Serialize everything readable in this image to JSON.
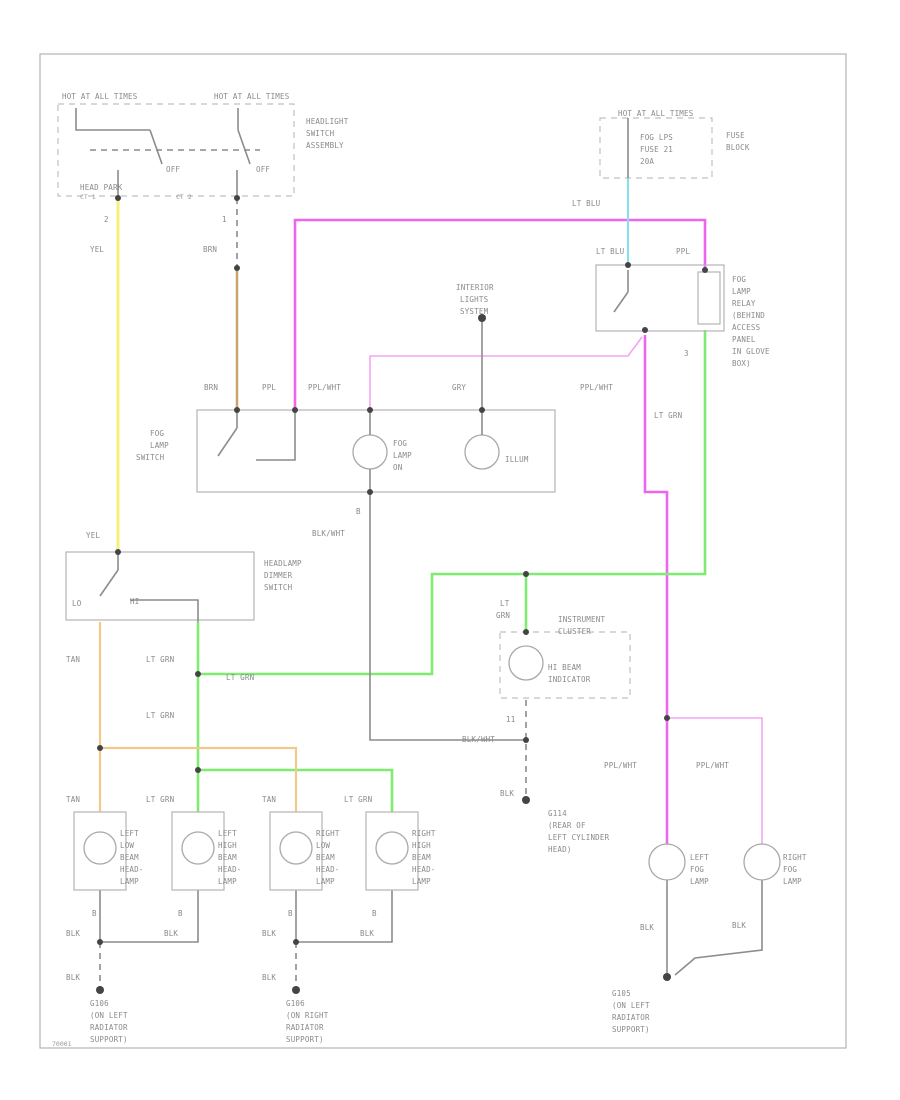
{
  "labels": {
    "hot_1": "HOT AT ALL TIMES",
    "hot_2": "HOT AT ALL TIMES",
    "headlight_switch": [
      "HEADLIGHT",
      "SWITCH",
      "ASSEMBLY"
    ],
    "off_1": "OFF",
    "off_2": "OFF",
    "head_park": "HEAD    PARK",
    "head_park_ct1": "CT 1",
    "head_park_ct2": "CT 2",
    "pin_2": "2",
    "pin_1": "1",
    "yel_top": "YEL",
    "brn_top": "BRN",
    "brn_mid": "BRN",
    "ppl_mid": "PPL",
    "fuse_hot": "HOT AT ALL TIMES",
    "fuse_name": [
      "FOG LPS",
      "FUSE 21",
      "20A"
    ],
    "fuse_block": [
      "FUSE",
      "BLOCK"
    ],
    "lt_blu_top": "LT BLU",
    "lt_blu_relay": "LT BLU",
    "ppl_relay": "PPL",
    "relay_desc": [
      "FOG",
      "LAMP",
      "RELAY",
      "(BEHIND",
      "ACCESS",
      "PANEL",
      "IN GLOVE",
      "BOX)"
    ],
    "relay_pin": "3",
    "interior_lights": [
      "INTERIOR",
      "LIGHTS",
      "SYSTEM"
    ],
    "ppl_wht_1": "PPL/WHT",
    "gry": "GRY",
    "ppl_wht_2": "PPL/WHT",
    "lt_grn_relay": "LT GRN",
    "fog_lamp_switch": [
      "FOG",
      "LAMP",
      "SWITCH"
    ],
    "fog_lamp_on": [
      "FOG",
      "LAMP",
      "ON"
    ],
    "illum": "ILLUM",
    "pin_b": "B",
    "blk_wht_1": "BLK/WHT",
    "yel_mid": "YEL",
    "dimmer": [
      "HEADLAMP",
      "DIMMER",
      "SWITCH"
    ],
    "lo": "LO",
    "hi": "HI",
    "lt_grn_insert": [
      "LT",
      "GRN"
    ],
    "instrument_cluster": [
      "INSTRUMENT",
      "CLUSTER"
    ],
    "hi_beam": [
      "HI BEAM",
      "INDICATOR"
    ],
    "tan_1": "TAN",
    "lt_grn_1": "LT GRN",
    "lt_grn_2": "LT GRN",
    "lt_grn_3": "LT GRN",
    "blk_wht_2": "BLK/WHT",
    "pin_11": "11",
    "ppl_wht_3": "PPL/WHT",
    "ppl_wht_4": "PPL/WHT",
    "blk_ground": "BLK",
    "g114": [
      "G114",
      "(REAR OF",
      "LEFT CYLINDER",
      "HEAD)"
    ],
    "tan_2": "TAN",
    "lt_grn_4": "LT GRN",
    "tan_3": "TAN",
    "lt_grn_5": "LT GRN",
    "lamp_left_low": [
      "LEFT",
      "LOW",
      "BEAM",
      "HEAD-",
      "LAMP"
    ],
    "lamp_left_high": [
      "LEFT",
      "HIGH",
      "BEAM",
      "HEAD-",
      "LAMP"
    ],
    "lamp_right_low": [
      "RIGHT",
      "LOW",
      "BEAM",
      "HEAD-",
      "LAMP"
    ],
    "lamp_right_high": [
      "RIGHT",
      "HIGH",
      "BEAM",
      "HEAD-",
      "LAMP"
    ],
    "left_fog": [
      "LEFT",
      "FOG",
      "LAMP"
    ],
    "right_fog": [
      "RIGHT",
      "FOG",
      "LAMP"
    ],
    "pin_b2": "B",
    "pin_b3": "B",
    "pin_b4": "B",
    "pin_b5": "B",
    "blk_a": "BLK",
    "blk_b": "BLK",
    "blk_c": "BLK",
    "blk_d": "BLK",
    "blk_e": "BLK",
    "blk_f": "BLK",
    "blk_g": "BLK",
    "blk_h": "BLK",
    "g106_left": [
      "G106",
      "(ON LEFT",
      "RADIATOR",
      "SUPPORT)"
    ],
    "g106_right": [
      "G106",
      "(ON RIGHT",
      "RADIATOR",
      "SUPPORT)"
    ],
    "g105": [
      "G105",
      "(ON LEFT",
      "RADIATOR",
      "SUPPORT)"
    ],
    "footer_code": "70001"
  },
  "colors": {
    "yel": "#f4f07a",
    "brn": "#c8a468",
    "tan": "#f3c98b",
    "lt_grn": "#7eec70",
    "ppl": "#ee66ee",
    "ppl_wht": "#f2a6f2",
    "lt_blu": "#7ee3ec",
    "blk": "#8c8c8c"
  }
}
